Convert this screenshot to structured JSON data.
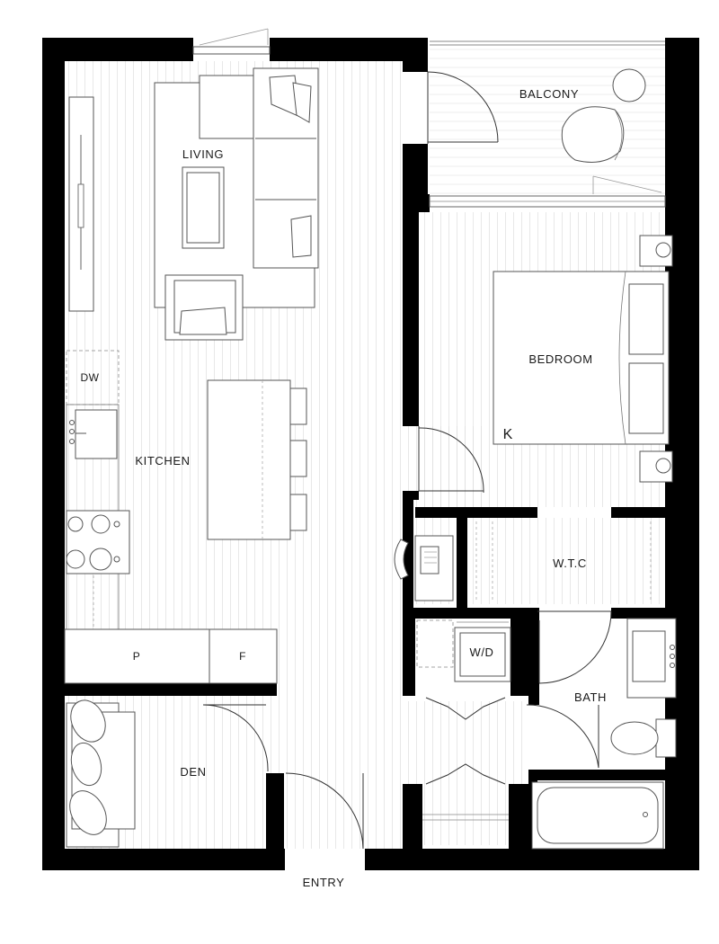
{
  "rooms": {
    "living": "LIVING",
    "balcony": "BALCONY",
    "bedroom": "BEDROOM",
    "kitchen": "KITCHEN",
    "den": "DEN",
    "wtc": "W.T.C",
    "bath": "BATH",
    "wd": "W/D",
    "entry": "ENTRY"
  },
  "fixtures": {
    "dishwasher": "DW",
    "pantry": "P",
    "fridge": "F",
    "bed_marker": "K"
  },
  "colors": {
    "wall": "#000000",
    "floor_line": "#dcdcdc",
    "furniture_stroke": "#555555"
  }
}
